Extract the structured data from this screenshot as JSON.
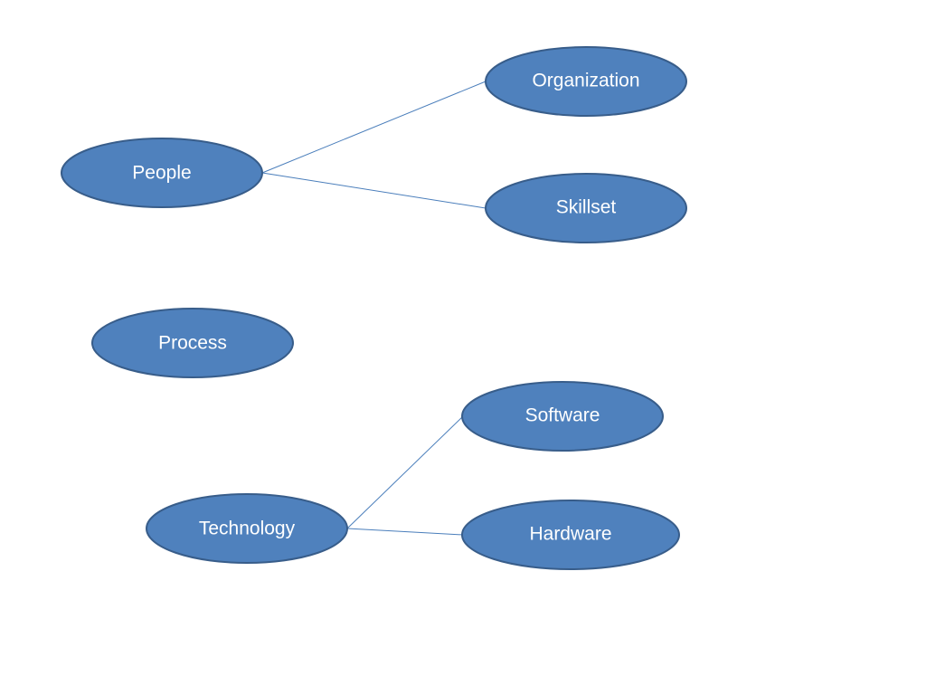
{
  "colors": {
    "background": "#ffffff",
    "node_fill": "#4f81bd",
    "node_stroke": "#385d8a",
    "connector": "#4a7ebb",
    "label": "#ffffff"
  },
  "nodes": {
    "people": {
      "label": "People"
    },
    "organization": {
      "label": "Organization"
    },
    "skillset": {
      "label": "Skillset"
    },
    "process": {
      "label": "Process"
    },
    "technology": {
      "label": "Technology"
    },
    "software": {
      "label": "Software"
    },
    "hardware": {
      "label": "Hardware"
    }
  },
  "edges": [
    {
      "from": "people",
      "to": "organization"
    },
    {
      "from": "people",
      "to": "skillset"
    },
    {
      "from": "technology",
      "to": "software"
    },
    {
      "from": "technology",
      "to": "hardware"
    }
  ]
}
